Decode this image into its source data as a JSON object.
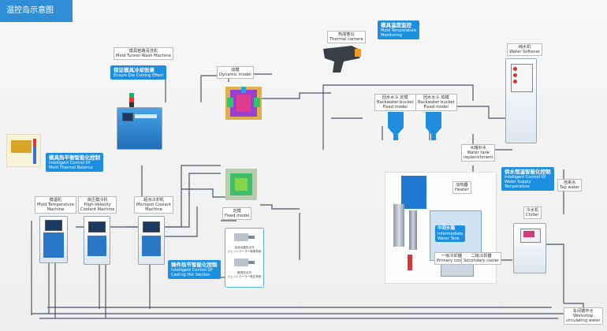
{
  "title": "温控岛示意图",
  "callouts": {
    "cooling": {
      "zh": "保证模具冷却效果",
      "en": "Ensure Die Cooling Effect"
    },
    "mold_temp_monitor": {
      "zh": "模具温度监控",
      "en1": "Mold Temperature",
      "en2": "Monitoring"
    },
    "thermal_balance": {
      "zh": "模具热平衡智能化控制",
      "en1": "Intelligent Control Of",
      "en2": "Mold Thermal Balance"
    },
    "hot_section": {
      "zh": "铸件热节智能化控制",
      "en1": "Intelligent Control Of",
      "en2": "Casting Hot Section"
    },
    "water_supply": {
      "zh": "供水恒温智能化控制",
      "en1": "Intelligent Control Of",
      "en2": "Water Supply",
      "en3": "Temperature"
    }
  },
  "labels": {
    "wash": {
      "zh": "模具管路清洗机",
      "en": "Mold Tunnel Wash Machine"
    },
    "thermal_camera": {
      "zh": "热成像仪",
      "en": "Thermal camera"
    },
    "dynamic_model": {
      "zh": "动模",
      "en": "Dynamic model"
    },
    "fixed_model": {
      "zh": "定模",
      "en": "Fixed model"
    },
    "bucket_fixed": {
      "zh": "回水水斗  定模",
      "en1": "Backwater bucket",
      "en2": "Fixed model"
    },
    "bucket_dynamic": {
      "zh": "回水水斗  动模",
      "en1": "Backwater bucket",
      "en2": "Fixed model"
    },
    "softener": {
      "zh": "纯水机",
      "en": "Water  Softener"
    },
    "tank_replenish": {
      "zh": "水箱补水",
      "en1": "Water tank",
      "en2": "replenishment"
    },
    "tap_water": {
      "zh": "自来水",
      "en": "Tap water"
    },
    "heater": {
      "zh": "加热器",
      "en": "Heater"
    },
    "intermediate_tank": {
      "zh": "中间水箱",
      "en1": "Intermediate",
      "en2": "Water Tank"
    },
    "primary_cooler": {
      "zh": "一级冷却器",
      "en": "Primary cooler"
    },
    "secondary_cooler": {
      "zh": "二级冷却器",
      "en": "Secondary cooler"
    },
    "chiller": {
      "zh": "冷水机",
      "en": "Chiller"
    },
    "mtm": {
      "zh": "模温机",
      "en1": "Mold Temperature",
      "en2": "Machine"
    },
    "hpc": {
      "zh": "高压模冷机",
      "en1": "High-Velocity",
      "en2": "Coolant Machine"
    },
    "micro": {
      "zh": "超点冷却机",
      "en1": "Micropot Coolant",
      "en2": "Machine"
    },
    "workshop": {
      "zh": "车间循环水",
      "en1": "Workshop",
      "en2": "circulating water"
    },
    "nozzle1": {
      "zh": "全自动高压点冷",
      "en": "ジェットクーラー使用系统"
    },
    "nozzle2": {
      "zh": "超低压点冷",
      "en": "ジェットクーラー低圧系统"
    }
  }
}
